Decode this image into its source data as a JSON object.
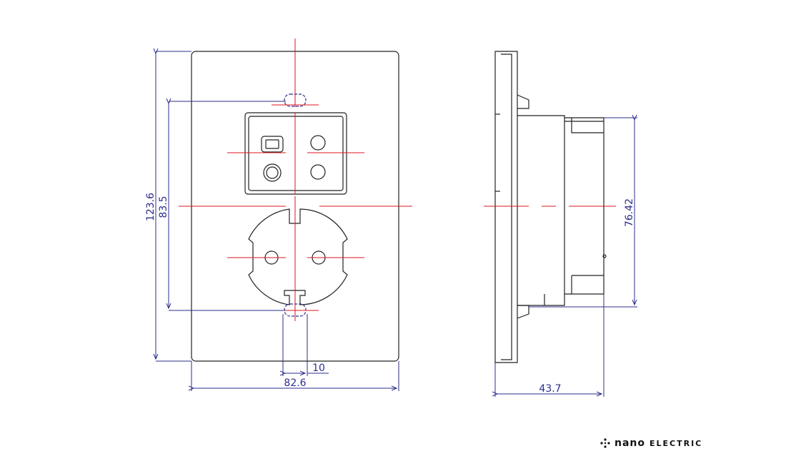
{
  "dimensions": {
    "front_height_outer": "123.6",
    "front_height_inner": "83.5",
    "front_width": "82.6",
    "pin_spacing": "10",
    "side_height": "76.42",
    "side_depth": "43.7"
  },
  "brand": {
    "name": "nano",
    "suffix": "electric"
  },
  "colors": {
    "outline": "#222222",
    "centerline": "#e0161e",
    "dimension": "#2b2e8c"
  }
}
